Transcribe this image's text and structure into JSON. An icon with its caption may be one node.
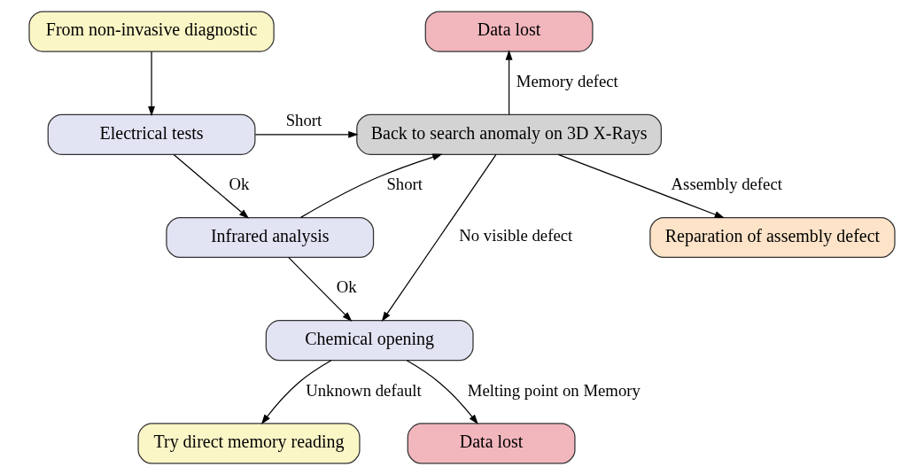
{
  "diagram": {
    "nodes": [
      {
        "text": [
          "From non-invasive diagnostic"
        ]
      },
      {
        "text": [
          "Electrical tests"
        ]
      },
      {
        "text": [
          "Infrared analysis"
        ]
      },
      {
        "text": [
          "Chemical opening"
        ]
      },
      {
        "text": [
          "Try direct memory reading"
        ]
      },
      {
        "text": [
          "Back to search anomaly on 3D X-Rays"
        ]
      },
      {
        "text": [
          "Data lost"
        ]
      },
      {
        "text": [
          "Reparation of assembly defect"
        ]
      },
      {
        "text": [
          "Data lost"
        ]
      }
    ],
    "edges": [
      {
        "from": 0,
        "to": 1,
        "arrow": "to"
      },
      {
        "from": 1,
        "to": 2,
        "arrow": "to",
        "label": "Ok"
      },
      {
        "from": 2,
        "to": 3,
        "arrow": "to",
        "label": "Ok"
      },
      {
        "from": 3,
        "to": 4,
        "arrow": "to",
        "label": "Unknown default"
      },
      {
        "from": 1,
        "to": 5,
        "arrow": "to",
        "label": "Short"
      },
      {
        "from": 2,
        "to": 5,
        "arrow": "to",
        "label": "Short"
      },
      {
        "from": 5,
        "to": 6,
        "arrow": "to",
        "label": "Memory defect"
      },
      {
        "from": 5,
        "to": 7,
        "arrow": "to",
        "label": "Assembly defect"
      },
      {
        "from": 5,
        "to": 3,
        "arrow": "to",
        "label": "No visible defect"
      },
      {
        "from": 3,
        "to": 8,
        "arrow": "to",
        "label": "Melting point on Memory"
      }
    ]
  }
}
